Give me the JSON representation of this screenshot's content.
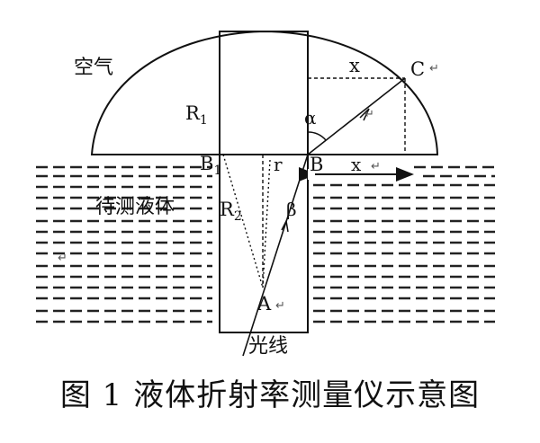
{
  "labels": {
    "air": "空气",
    "liquid": "待测液体",
    "light": "光线",
    "r1": "R",
    "r1_sub": "1",
    "r2": "R",
    "r2_sub": "2",
    "b1": "B",
    "b1_sub": "1",
    "b": "B",
    "r": "r",
    "a": "A",
    "c": "C",
    "x_top": "x",
    "x_bottom": "x",
    "alpha": "α",
    "beta": "β",
    "return_mark": "↵"
  },
  "caption": "图 1  液体折射率测量仪示意图"
}
